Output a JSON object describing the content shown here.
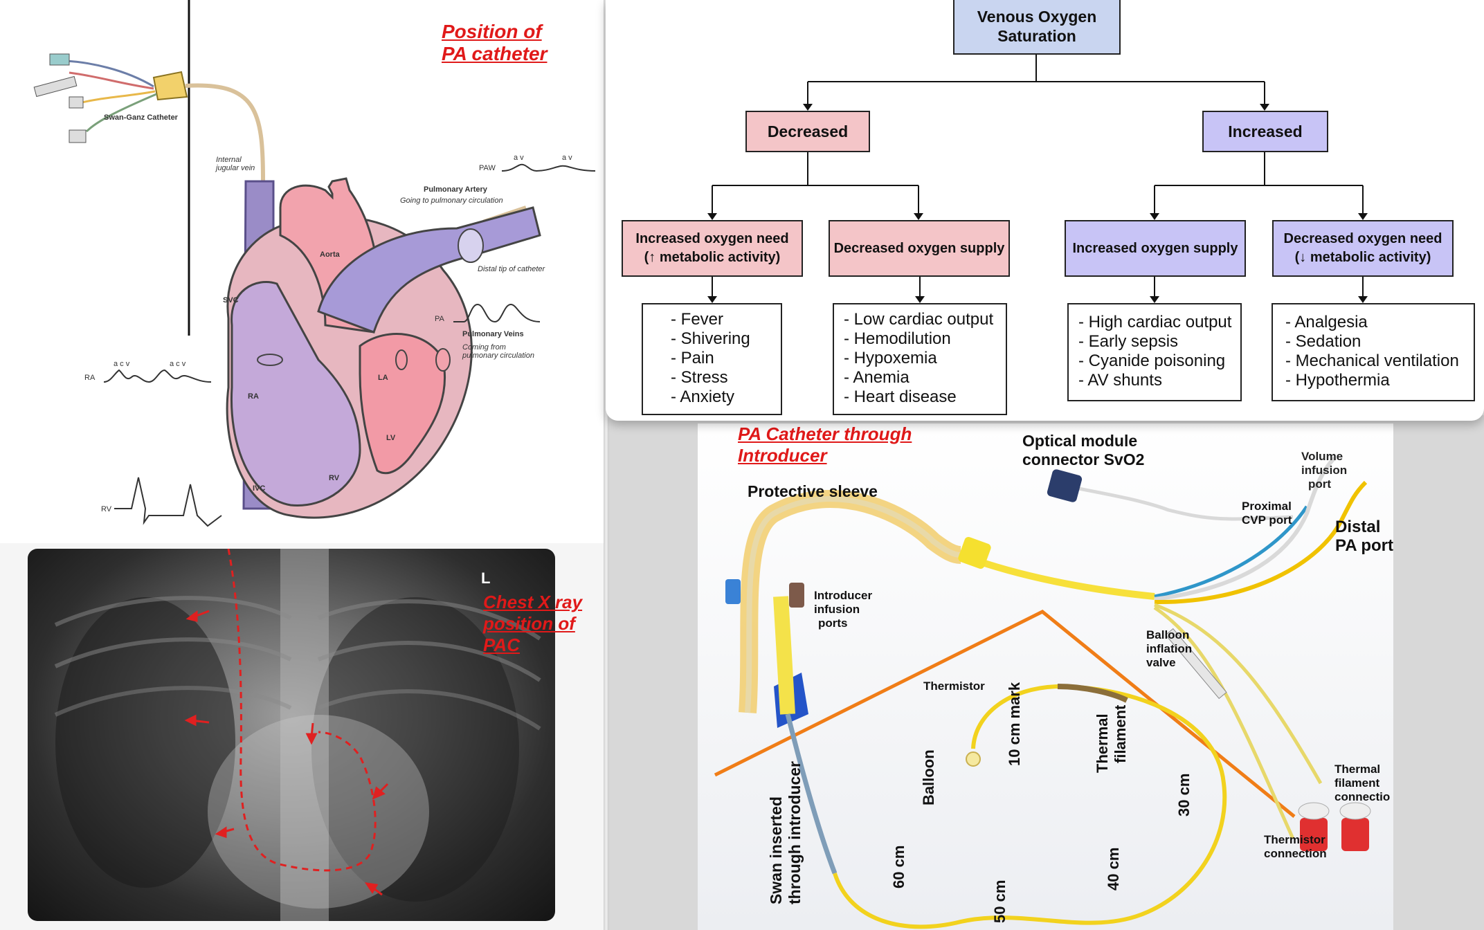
{
  "left": {
    "title_position": [
      "Position of",
      "PA catheter"
    ],
    "heart_labels": {
      "swan_ganz": "Swan-Ganz Catheter",
      "internal_jugular": [
        "Internal",
        "jugular vein"
      ],
      "paw": "PAW",
      "pulmonary_artery": "Pulmonary Artery",
      "pulmonary_artery_sub": "Going to pulmonary circulation",
      "aorta": "Aorta",
      "distal_tip": "Distal tip of catheter",
      "svc": "SVC",
      "pa": "PA",
      "pulmonary_veins": "Pulmonary Veins",
      "pulmonary_veins_sub": [
        "Coming from",
        "pulmonary circulation"
      ],
      "ra_wave": "RA",
      "la": "LA",
      "ra": "RA",
      "lv": "LV",
      "rv": "RV",
      "ivc": "IVC",
      "rv_wave": "RV",
      "wave_acv": "a c v",
      "wave_av": "a   v"
    },
    "xray_marker": "L",
    "title_xray": [
      "Chest X ray",
      "position of",
      "PAC"
    ]
  },
  "flowchart": {
    "root": [
      "Venous Oxygen",
      "Saturation"
    ],
    "decreased": "Decreased",
    "increased": "Increased",
    "inc_o2_need": [
      "Increased oxygen need",
      "(↑ metabolic activity)"
    ],
    "dec_o2_supply": "Decreased oxygen supply",
    "inc_o2_supply": "Increased oxygen supply",
    "dec_o2_need": [
      "Decreased oxygen need",
      "(↓ metabolic activity)"
    ],
    "list_inc_need": [
      "- Fever",
      "- Shivering",
      "- Pain",
      "- Stress",
      "- Anxiety"
    ],
    "list_dec_supply": [
      "- Low cardiac output",
      "- Hemodilution",
      "- Hypoxemia",
      "- Anemia",
      "- Heart disease"
    ],
    "list_inc_supply": [
      "- High cardiac output",
      "- Early sepsis",
      "- Cyanide poisoning",
      "- AV shunts"
    ],
    "list_dec_need": [
      "- Analgesia",
      "- Sedation",
      "- Mechanical ventilation",
      "- Hypothermia"
    ],
    "colors": {
      "root": "#c9d5f0",
      "decreased": "#f4c5c8",
      "increased": "#c8c4f6"
    }
  },
  "photo": {
    "title": [
      "PA Catheter through",
      "Introducer"
    ],
    "optical": [
      "Optical module",
      "connector SvO2"
    ],
    "protective_sleeve": "Protective sleeve",
    "volume_infusion": [
      "Volume",
      "infusion",
      "port"
    ],
    "proximal_cvp": [
      "Proximal",
      "CVP port"
    ],
    "distal_pa": [
      "Distal",
      "PA port"
    ],
    "introducer_infusion": [
      "Introducer",
      "infusion",
      "ports"
    ],
    "balloon_inflation": [
      "Balloon",
      "inflation",
      "valve"
    ],
    "thermistor": "Thermistor",
    "ten_cm": "10 cm mark",
    "thermal_filament": [
      "Thermal",
      "filament"
    ],
    "balloon": "Balloon",
    "thirty_cm": "30 cm",
    "swan_inserted": [
      "Swan inserted",
      "through introducer"
    ],
    "sixty_cm": "60 cm",
    "fifty_cm": "50 cm",
    "forty_cm": "40 cm",
    "thermal_filament_connection": [
      "Thermal",
      "filament",
      "connectio"
    ],
    "thermistor_connection": [
      "Thermistor",
      "connection"
    ]
  }
}
